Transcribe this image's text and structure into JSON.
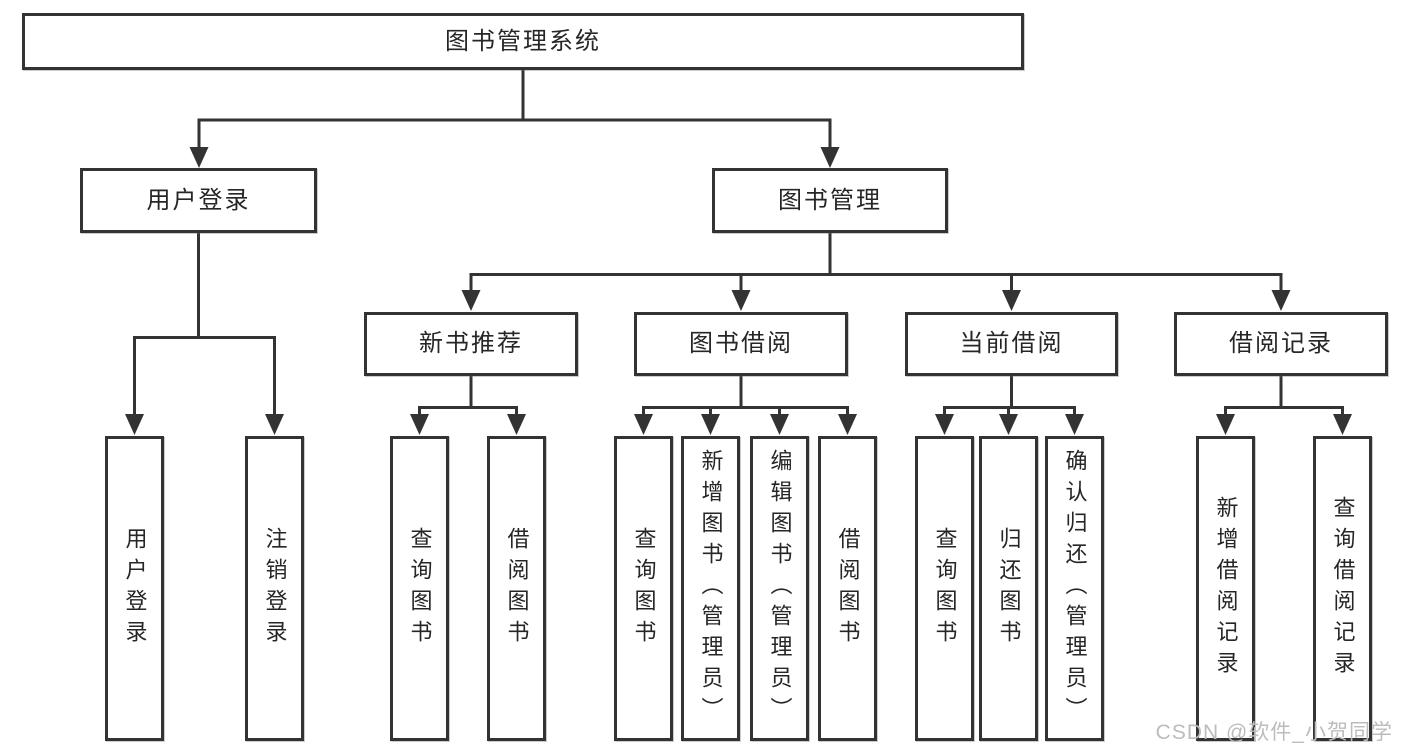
{
  "diagram_type": "hierarchy",
  "tree": {
    "label": "图书管理系统",
    "children": [
      {
        "label": "用户登录",
        "children": [
          {
            "label": "用户登录"
          },
          {
            "label": "注销登录"
          }
        ]
      },
      {
        "label": "图书管理",
        "children": [
          {
            "label": "新书推荐",
            "children": [
              {
                "label": "查询图书"
              },
              {
                "label": "借阅图书"
              }
            ]
          },
          {
            "label": "图书借阅",
            "children": [
              {
                "label": "查询图书"
              },
              {
                "label": "新增图书（管理员）"
              },
              {
                "label": "编辑图书（管理员）"
              },
              {
                "label": "借阅图书"
              }
            ]
          },
          {
            "label": "当前借阅",
            "children": [
              {
                "label": "查询图书"
              },
              {
                "label": "归还图书"
              },
              {
                "label": "确认归还（管理员）"
              }
            ]
          },
          {
            "label": "借阅记录",
            "children": [
              {
                "label": "新增借阅记录"
              },
              {
                "label": "查询借阅记录"
              }
            ]
          }
        ]
      }
    ]
  },
  "watermark": "CSDN @软件_小贺同学",
  "colors": {
    "line": "#333333",
    "text": "#262626",
    "node_bg": "#ffffff",
    "watermark": "#bcbcbc",
    "background": "#ffffff"
  }
}
